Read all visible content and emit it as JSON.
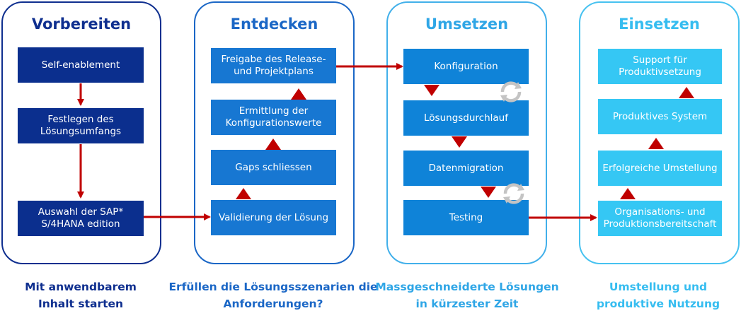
{
  "colors": {
    "phase1": "#0f2f8f",
    "phase2": "#1b67c6",
    "phase3": "#42b0ea",
    "phase4": "#47c2f0",
    "box1": "#0b2f8e",
    "box2": "#1777d2",
    "box3": "#0f83d8",
    "box4": "#35c7f4",
    "arrow": "#c00000"
  },
  "phases": [
    {
      "title": "Vorbereiten",
      "caption": "Mit anwendbarem Inhalt starten",
      "steps": [
        "Self-enablement",
        "Festlegen des Lösungsumfangs",
        "Auswahl der SAP* S/4HANA edition"
      ]
    },
    {
      "title": "Entdecken",
      "caption": "Erfüllen die Lösungsszenarien die Anforderungen?",
      "steps": [
        "Freigabe des Release- und Projektplans",
        "Ermittlung der Konfigurationswerte",
        "Gaps schliessen",
        "Validierung der Lösung"
      ]
    },
    {
      "title": "Umsetzen",
      "caption": "Massgeschneiderte Lösungen in kürzester Zeit",
      "steps": [
        "Konfiguration",
        "Lösungsdurchlauf",
        "Datenmigration",
        "Testing"
      ]
    },
    {
      "title": "Einsetzen",
      "caption": "Umstellung und produktive Nutzung",
      "steps": [
        "Support für Produktivsetzung",
        "Produktives System",
        "Erfolgreiche Umstellung",
        "Organisations- und Produktionsbereitschaft"
      ]
    }
  ]
}
